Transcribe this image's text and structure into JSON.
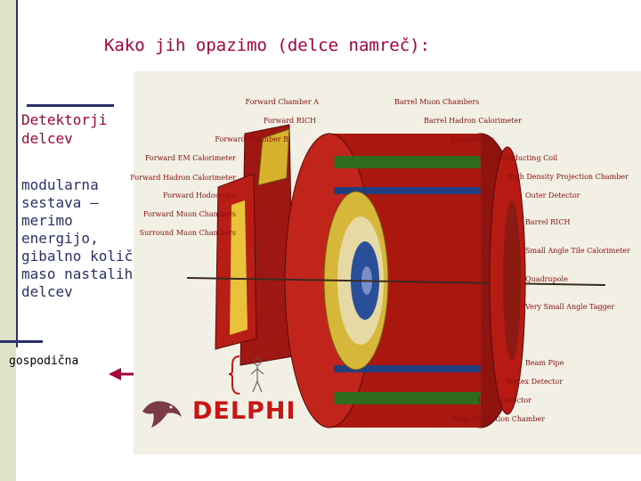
{
  "title": "Kako jih opazimo (delce namreč):",
  "heading": "Detektorji delcev",
  "body": "modularna\nsestava –\nmerimo\nenergijo,\ngibalno količino,\nmaso nastalih\ndelcev",
  "side_note": "gospodična",
  "logo": "DELPHI",
  "labels_left": {
    "forward_chamber_a": "Forward Chamber A",
    "forward_rich": "Forward RICH",
    "forward_chamber_b": "Forward Chamber B",
    "forward_em_calorimeter": "Forward EM Calorimeter",
    "forward_hadron_calorimeter": "Forward Hadron Calorimeter",
    "forward_hodoscope": "Forward Hodoscope",
    "forward_muon_chambers": "Forward Muon Chambers",
    "surround_muon_chambers": "Surround Muon Chambers"
  },
  "labels_right": {
    "barrel_muon_chambers": "Barrel Muon Chambers",
    "barrel_hadron_calorimeter": "Barrel Hadron Calorimeter",
    "scintillators": "Scintillators",
    "superconducting_coil": "Superconducting Coil",
    "high_density_projection_chamber": "High Density Projection Chamber",
    "outer_detector": "Outer Detector",
    "barrel_rich": "Barrel RICH",
    "small_angle_tile_calorimeter": "Small Angle Tile Calorimeter",
    "quadrupole": "Quadrupole",
    "very_small_angle_tagger": "Very Small Angle Tagger",
    "beam_pipe": "Beam Pipe",
    "vertex_detector": "Vertex Detector",
    "inner_detector": "Inner Detector",
    "time_projection_chamber": "Time Projection Chamber"
  }
}
